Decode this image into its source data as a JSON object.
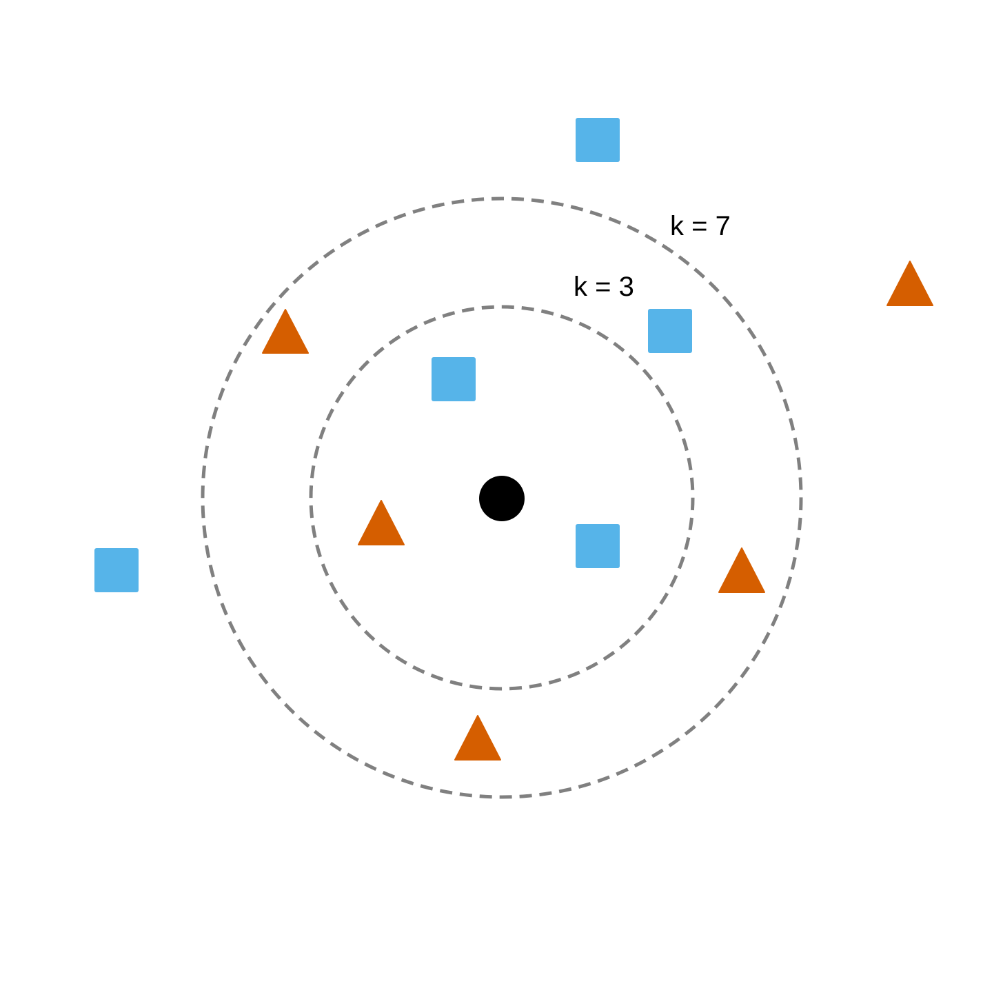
{
  "diagram": {
    "type": "k-nearest-neighbors illustration",
    "background": "#ffffff",
    "colors": {
      "class_square": "#56B4E9",
      "class_triangle": "#D55E00",
      "query": "#000000",
      "ring_stroke": "#808080"
    },
    "labels": {
      "k3": "k = 3",
      "k7": "k = 7"
    },
    "neighborhoods": [
      {
        "k": 3,
        "label_key": "k3",
        "line_style": "dashed"
      },
      {
        "k": 7,
        "label_key": "k7",
        "line_style": "dashed"
      }
    ],
    "query_point": {
      "shape": "circle",
      "color": "#000000"
    },
    "points": [
      {
        "class": "square",
        "ring": "k3"
      },
      {
        "class": "square",
        "ring": "k3"
      },
      {
        "class": "triangle",
        "ring": "k3"
      },
      {
        "class": "square",
        "ring": "k7"
      },
      {
        "class": "triangle",
        "ring": "k7"
      },
      {
        "class": "triangle",
        "ring": "k7"
      },
      {
        "class": "triangle",
        "ring": "k7"
      },
      {
        "class": "square",
        "ring": "outside"
      },
      {
        "class": "square",
        "ring": "outside"
      },
      {
        "class": "triangle",
        "ring": "outside"
      }
    ]
  }
}
